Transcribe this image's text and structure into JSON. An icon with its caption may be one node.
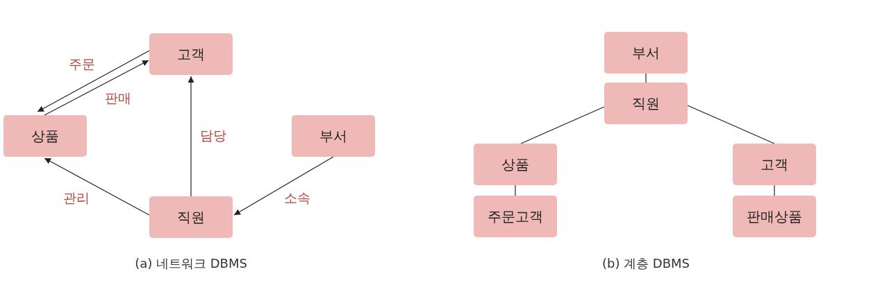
{
  "diagram": {
    "nodes": [
      {
        "text": [
          "고객"
        ]
      },
      {
        "text": [
          "상품"
        ]
      },
      {
        "text": [
          "부서"
        ]
      },
      {
        "text": [
          "직원"
        ]
      },
      {
        "text": [
          "부서"
        ]
      },
      {
        "text": [
          "직원"
        ]
      },
      {
        "text": [
          "상품"
        ]
      },
      {
        "text": [
          "고객"
        ]
      },
      {
        "text": [
          "주문고객"
        ]
      },
      {
        "text": [
          "판매상품"
        ]
      }
    ],
    "edges": [
      {
        "from": 0,
        "to": 1,
        "arrow": "to",
        "label": "주문"
      },
      {
        "from": 1,
        "to": 0,
        "arrow": "to",
        "label": "판매"
      },
      {
        "from": 3,
        "to": 0,
        "arrow": "to",
        "label": "담당"
      },
      {
        "from": 3,
        "to": 1,
        "arrow": "to",
        "label": "관리"
      },
      {
        "from": 2,
        "to": 3,
        "arrow": "to",
        "label": "소속"
      },
      {
        "from": 4,
        "to": 5,
        "arrow": "none"
      },
      {
        "from": 5,
        "to": 6,
        "arrow": "none"
      },
      {
        "from": 5,
        "to": 7,
        "arrow": "none"
      },
      {
        "from": 6,
        "to": 8,
        "arrow": "none"
      },
      {
        "from": 7,
        "to": 9,
        "arrow": "none"
      }
    ],
    "labels": [
      "(a) 네트워크 DBMS",
      "(b) 계층 DBMS"
    ]
  }
}
